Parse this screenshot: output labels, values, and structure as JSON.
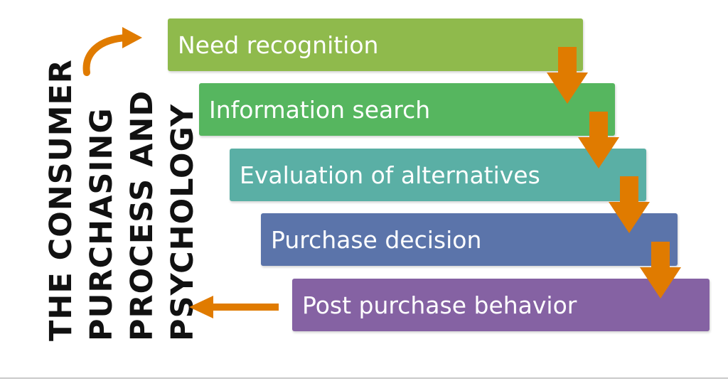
{
  "title_lines": [
    "THE CONSUMER",
    "PURCHASING",
    "PROCESS AND",
    "PSYCHOLOGY"
  ],
  "arrow_color": "#e07b00",
  "steps": [
    {
      "label": "Need recognition",
      "color": "#8fba4c"
    },
    {
      "label": "Information search",
      "color": "#56b65f"
    },
    {
      "label": "Evaluation of alternatives",
      "color": "#5aafa5"
    },
    {
      "label": "Purchase decision",
      "color": "#5b74aa"
    },
    {
      "label": "Post purchase behavior",
      "color": "#8562a3"
    }
  ]
}
